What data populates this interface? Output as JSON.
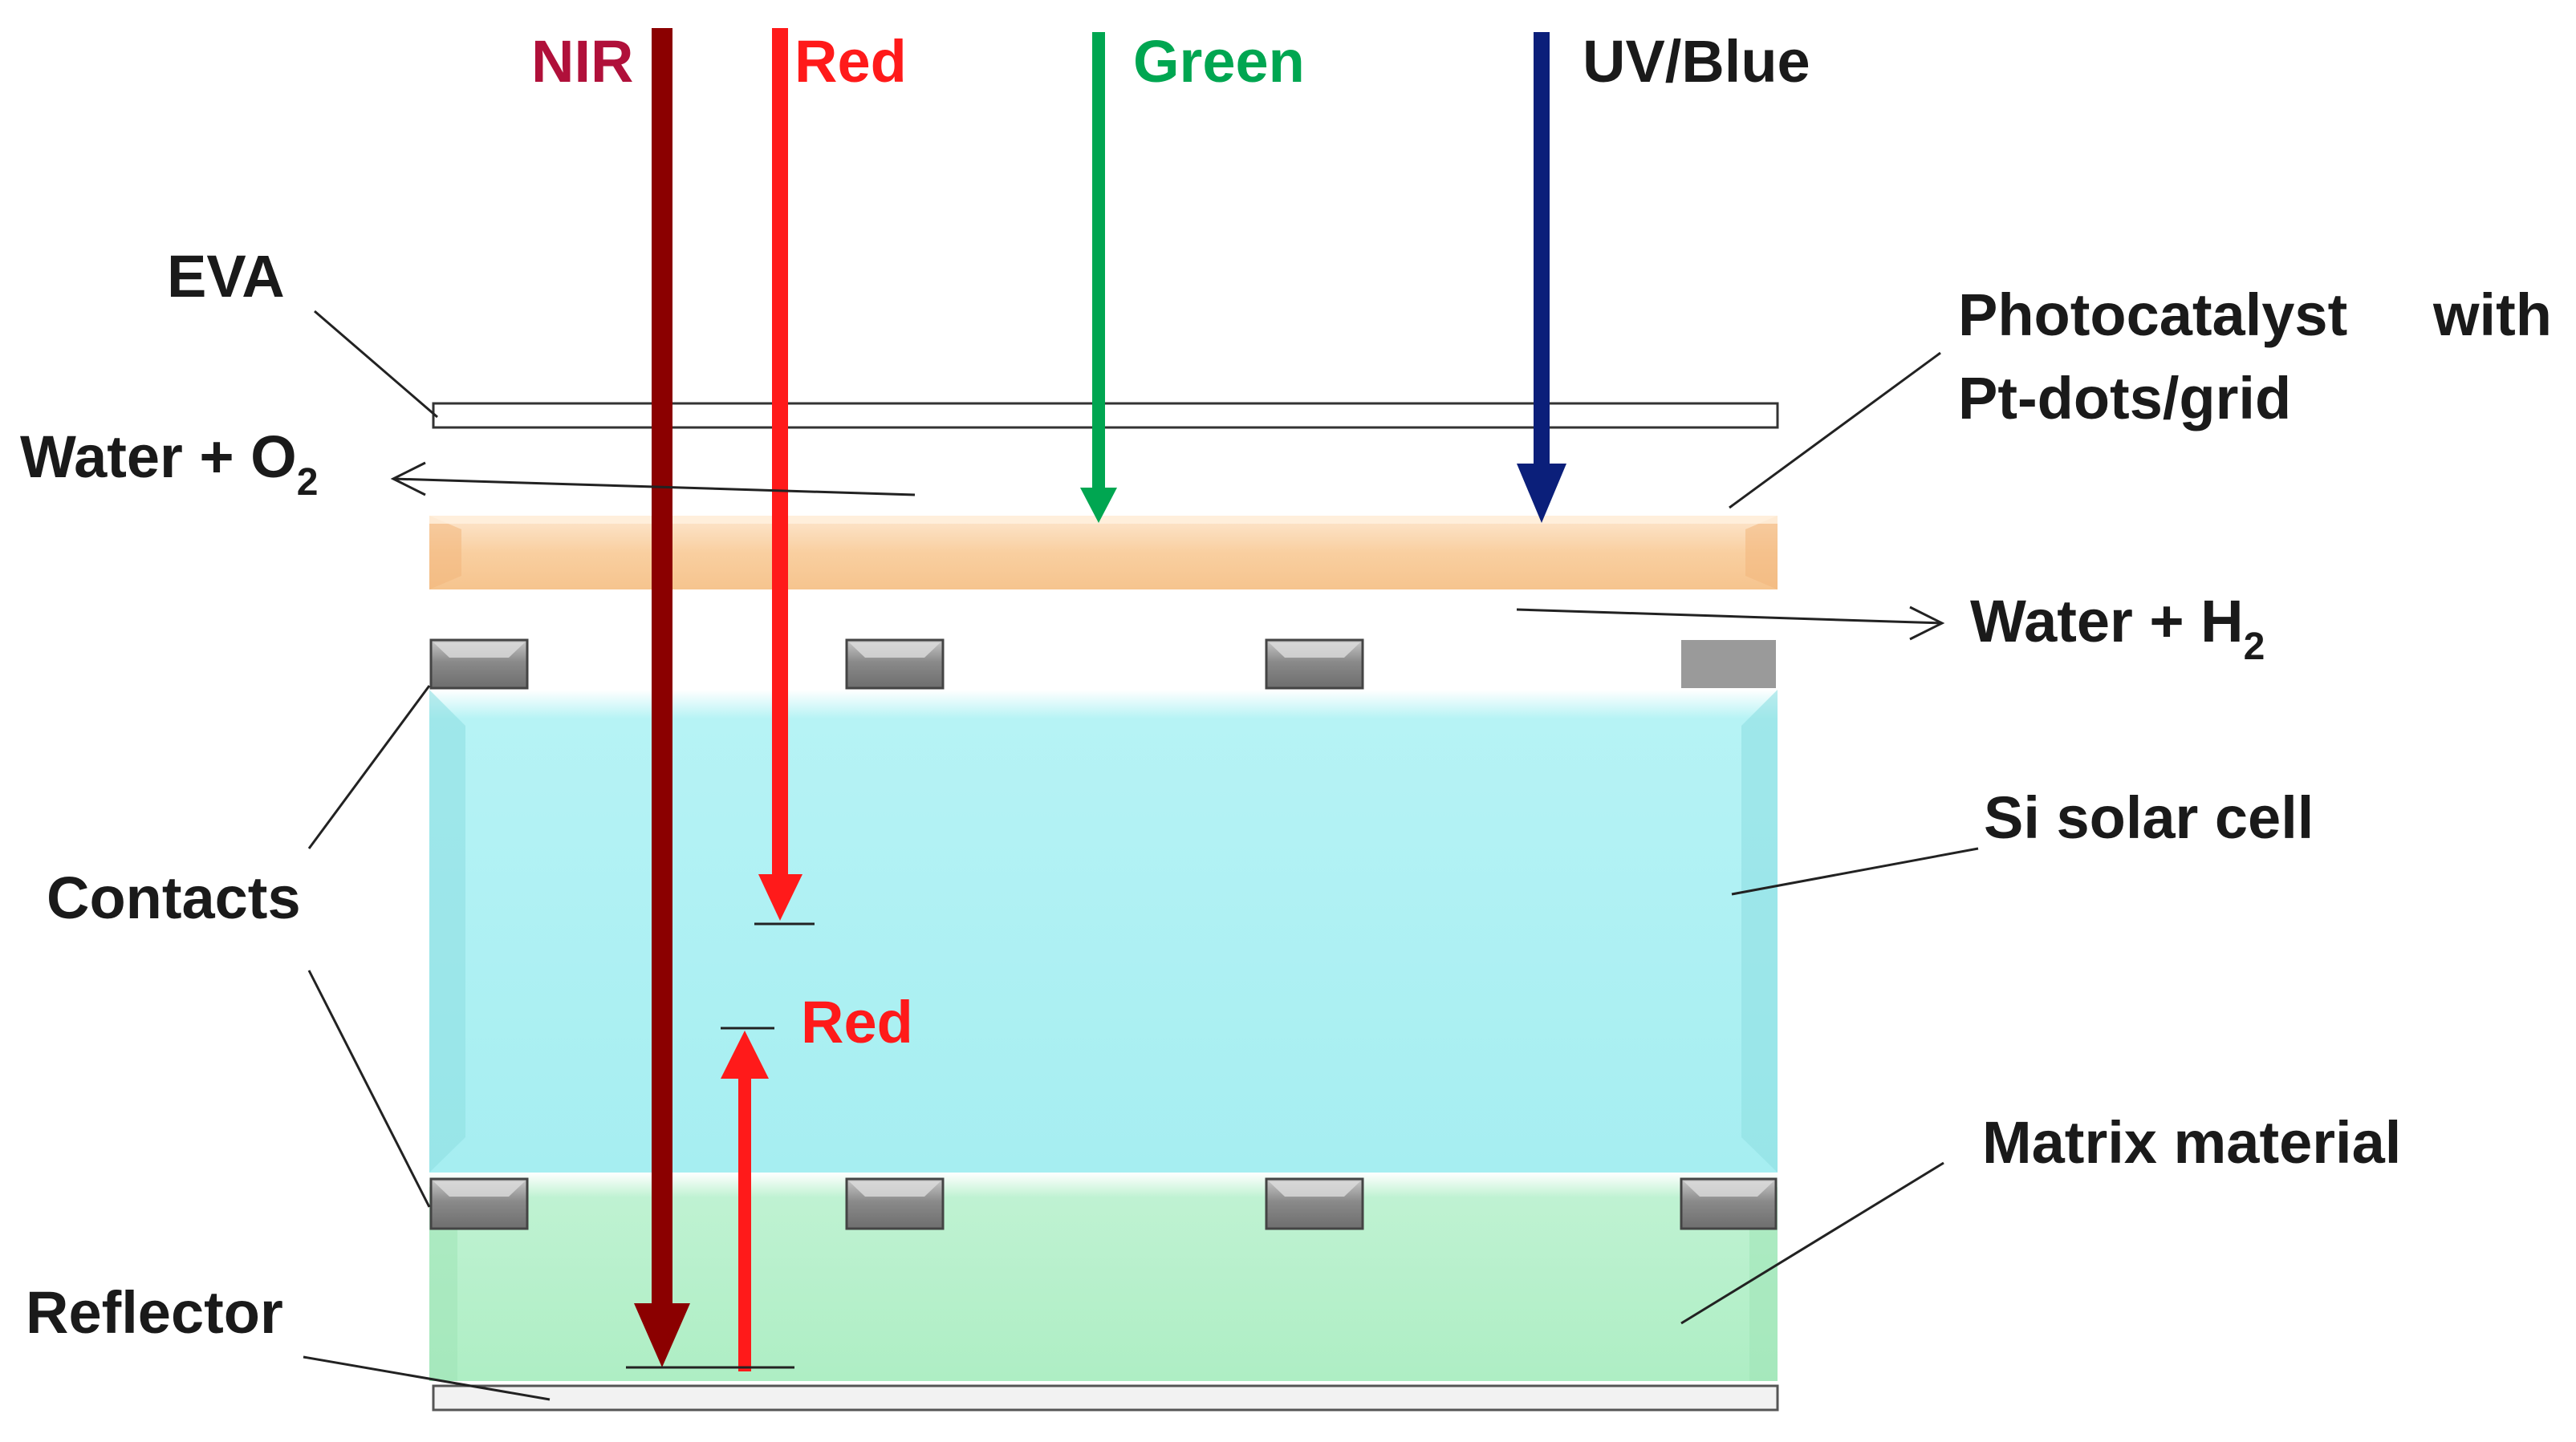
{
  "colors": {
    "nir": "#8b0000",
    "red": "#ff1a1a",
    "green": "#00a651",
    "uv_blue": "#0b1f7a",
    "nir_label": "#b0103a",
    "photocatalyst": "#f9d3a8",
    "si_cell": "#aaf0f2",
    "matrix": "#b4f0c8",
    "contact": "#8c8c8c"
  },
  "rays": {
    "nir": "NIR",
    "red": "Red",
    "green": "Green",
    "uv_blue": "UV/Blue",
    "red_reflected": "Red"
  },
  "labels": {
    "eva": "EVA",
    "water_o2_prefix": "Water + O",
    "water_o2_sub": "2",
    "photocatalyst_line1": "Photocatalyst",
    "photocatalyst_with": "with",
    "photocatalyst_line2": "Pt-dots/grid",
    "water_h2_prefix": "Water + H",
    "water_h2_sub": "2",
    "contacts": "Contacts",
    "si_solar_cell": "Si solar cell",
    "matrix_material": "Matrix material",
    "reflector": "Reflector"
  }
}
